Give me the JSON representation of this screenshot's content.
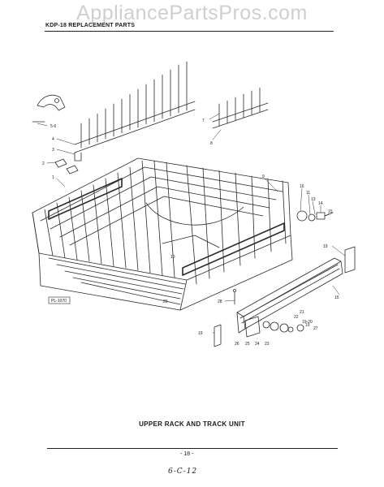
{
  "watermark": "AppliancePartsPros.com",
  "header": {
    "title": "KDP-18 REPLACEMENT PARTS"
  },
  "diagram": {
    "ref_box": "PL-1070",
    "callouts": [
      "1",
      "2",
      "3",
      "4",
      "5-6",
      "7",
      "8",
      "9",
      "10",
      "11",
      "12",
      "13",
      "14",
      "15",
      "16",
      "19",
      "19-20",
      "21",
      "22",
      "23",
      "24",
      "25",
      "26",
      "27",
      "28",
      "29"
    ]
  },
  "caption": "UPPER RACK AND TRACK UNIT",
  "footer": {
    "page_number": "- 18 -",
    "handwritten_note": "6-C-12"
  }
}
